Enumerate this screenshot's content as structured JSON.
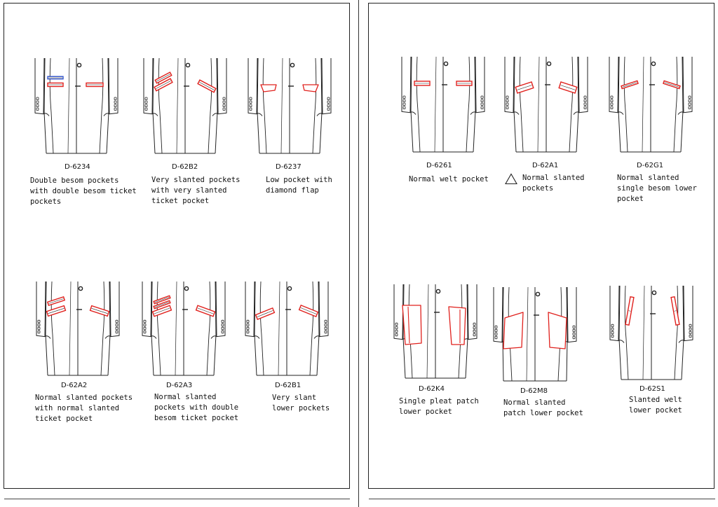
{
  "pages": [
    {
      "items": [
        {
          "code": "D-6234",
          "description": "Double besom pockets\nwith double besom ticket\npockets"
        },
        {
          "code": "D-62B2",
          "description": "Very slanted pockets\nwith very slanted\nticket pocket"
        },
        {
          "code": "D-6237",
          "description": "Low pocket with\ndiamond flap"
        },
        {
          "code": "D-62A2",
          "description": "Normal slanted pockets\nwith normal slanted\nticket pocket"
        },
        {
          "code": "D-62A3",
          "description": "Normal slanted\npockets with double\nbesom ticket pocket"
        },
        {
          "code": "D-62B1",
          "description": "Very slant\nlower pockets"
        }
      ]
    },
    {
      "items": [
        {
          "code": "D-6261",
          "description": "Normal welt pocket"
        },
        {
          "code": "D-62A1",
          "description": "Normal slanted\npockets",
          "marker": "triangle-icon"
        },
        {
          "code": "D-62G1",
          "description": "Normal slanted\nsingle besom lower\npocket"
        },
        {
          "code": "D-62K4",
          "description": "Single pleat patch\nlower pocket"
        },
        {
          "code": "D-62M8",
          "description": "Normal slanted\npatch lower pocket"
        },
        {
          "code": "D-62S1",
          "description": "Slanted welt\nlower pocket"
        }
      ]
    }
  ],
  "colors": {
    "line": "#222222",
    "pocket_highlight": "#e0201c",
    "ticket_highlight": "#3355cc"
  }
}
